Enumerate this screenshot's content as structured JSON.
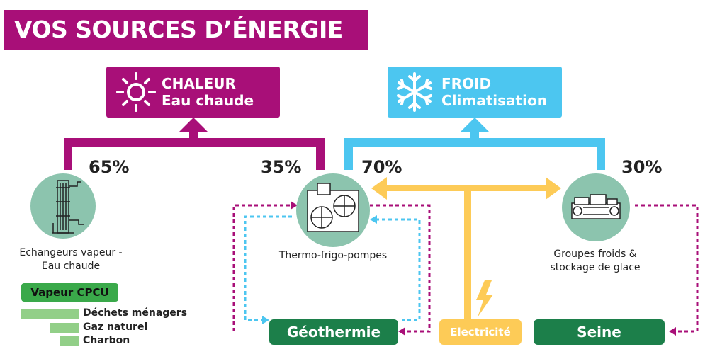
{
  "title": "VOS SOURCES D’ÉNERGIE",
  "heat": {
    "line1": "CHALEUR",
    "line2": "Eau chaude",
    "icon": "sun-icon"
  },
  "cold": {
    "line1": "FROID",
    "line2": "Climatisation",
    "icon": "snowflake-icon"
  },
  "percentages": {
    "exchangers": "65%",
    "tfp_heat": "35%",
    "tfp_cold": "70%",
    "groups": "30%"
  },
  "nodes": {
    "exchangers": {
      "line1": "Echangeurs vapeur -",
      "line2": "Eau chaude"
    },
    "tfp": {
      "label": "Thermo-frigo-pompes"
    },
    "groups": {
      "line1": "Groupes froids &",
      "line2": "stockage de glace"
    }
  },
  "sources": {
    "geothermie": "Géothermie",
    "electricite": "Electricité",
    "seine": "Seine"
  },
  "vapeur": {
    "label": "Vapeur CPCU",
    "mix": [
      "Déchets ménagers",
      "Gaz naturel",
      "Charbon"
    ]
  },
  "colors": {
    "magenta": "#a80f78",
    "cyan": "#4cc6f0",
    "yellow": "#fdcb57",
    "darkgreen": "#1c7f4a",
    "circle": "#8cc4ae"
  }
}
